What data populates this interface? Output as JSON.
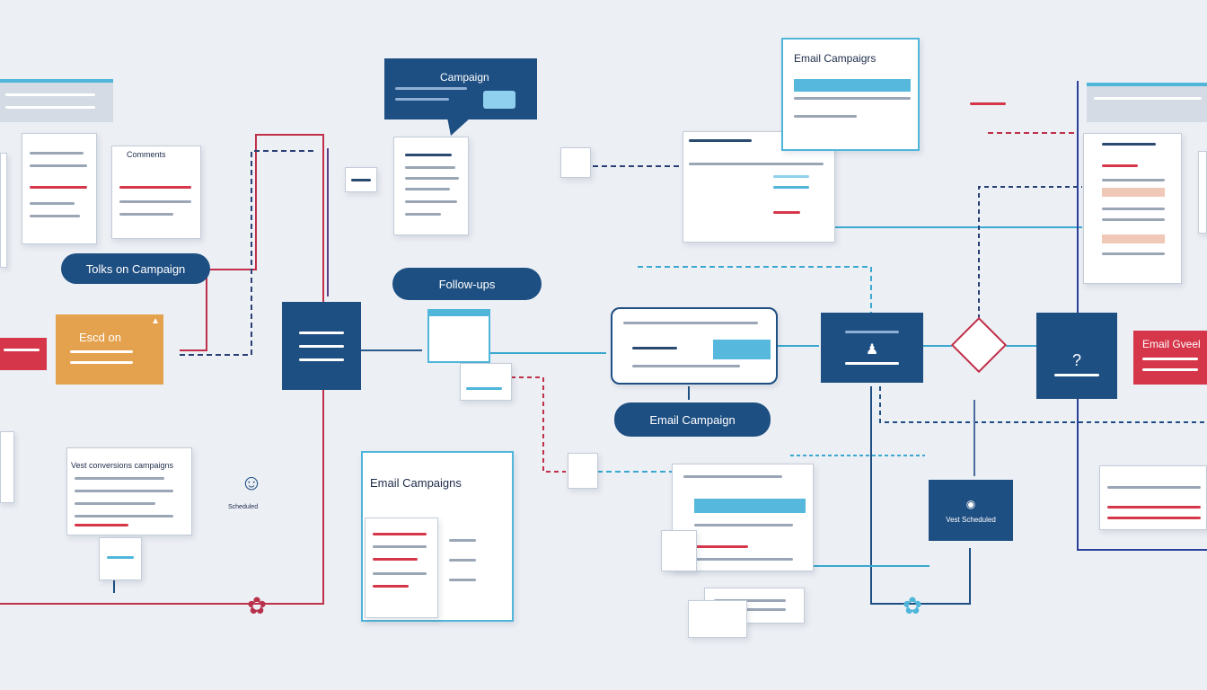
{
  "colors": {
    "background": "#eceff4",
    "navy": "#1e4f82",
    "red": "#d6364a",
    "teal": "#4fb6da",
    "orange": "#e5a24e",
    "purple": "#5c3d8a"
  },
  "labels": {
    "top_callout": "Campaign",
    "left_pill": "Tolks on Campaign",
    "center_pill": "Follow-ups",
    "email_pill": "Email Campaign",
    "orange_box": "Escd on",
    "top_right_doc": "Email Campaigrs",
    "center_doc": "Email Campaigns",
    "left_doc": "Vest conversions campaigns",
    "red_box_right": "Email Gveel",
    "small_doc_left": "Comments",
    "navy_box_bottom": "Vest Scheduled",
    "icon_caption": "Scheduled"
  },
  "icons": {
    "gear_red": "gear-icon",
    "gear_teal": "gear-icon",
    "person": "person-icon",
    "warning": "warning-icon"
  }
}
